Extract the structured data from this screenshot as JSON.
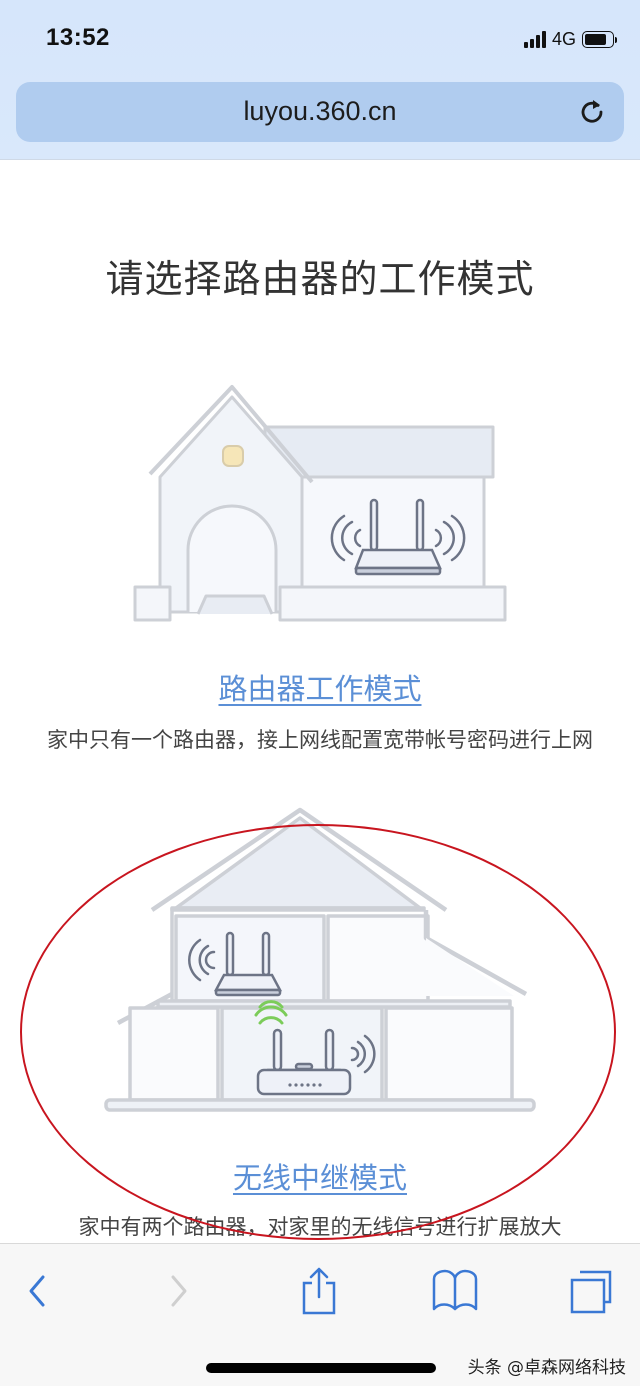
{
  "status_bar": {
    "time": "13:52",
    "network": "4G",
    "signal_bars": 4,
    "battery_level_pct": 80
  },
  "browser": {
    "url": "luyou.360.cn",
    "reload_icon": "reload-icon"
  },
  "page": {
    "title": "请选择路由器的工作模式",
    "modes": [
      {
        "label": "路由器工作模式",
        "description": "家中只有一个路由器，接上网线配置宽带帐号密码进行上网",
        "illustration": "single-house-router-illustration"
      },
      {
        "label": "无线中继模式",
        "description": "家中有两个路由器，对家里的无线信号进行扩展放大",
        "illustration": "two-floor-house-repeater-illustration",
        "highlighted": true
      }
    ]
  },
  "annotation": {
    "type": "red-ellipse-highlight",
    "color": "#c8151f"
  },
  "toolbar": {
    "items": [
      {
        "name": "back",
        "icon": "chevron-left-icon",
        "enabled": true
      },
      {
        "name": "forward",
        "icon": "chevron-right-icon",
        "enabled": false
      },
      {
        "name": "share",
        "icon": "share-icon",
        "enabled": true
      },
      {
        "name": "bookmarks",
        "icon": "book-icon",
        "enabled": true
      },
      {
        "name": "tabs",
        "icon": "tabs-icon",
        "enabled": true
      }
    ]
  },
  "watermark": "头条 @卓森网络科技",
  "colors": {
    "link": "#5b8fd6",
    "toolbar_icon": "#3a78d4",
    "toolbar_icon_disabled": "#c8c8c8",
    "urlbar_bg": "#b0ccef",
    "topbar_bg": "#d6e6fb",
    "wifi_green": "#7ccc5a"
  }
}
